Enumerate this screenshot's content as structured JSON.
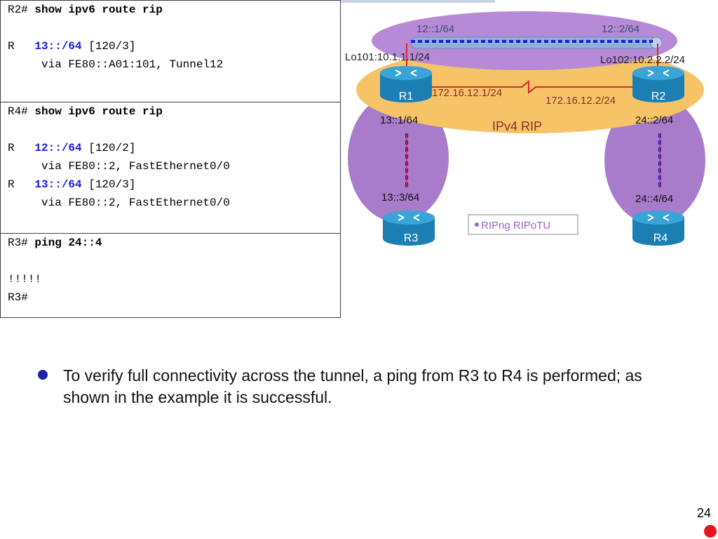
{
  "boxes": [
    {
      "lines": [
        {
          "prompt": "R2# ",
          "cmd": "show ipv6 route rip"
        },
        {
          "blank": true
        },
        {
          "code": "R   ",
          "prefix": "13::/64",
          "metric": " [120/3]"
        },
        {
          "text": "     via FE80::A01:101, Tunnel12"
        }
      ]
    },
    {
      "lines": [
        {
          "prompt": "R4# ",
          "cmd": "show ipv6 route rip"
        },
        {
          "blank": true
        },
        {
          "code": "R   ",
          "prefix": "12::/64",
          "metric": " [120/2]"
        },
        {
          "text": "     via FE80::2, FastEthernet0/0"
        },
        {
          "code": "R   ",
          "prefix": "13::/64",
          "metric": " [120/3]"
        },
        {
          "text": "     via FE80::2, FastEthernet0/0"
        }
      ]
    },
    {
      "lines": [
        {
          "prompt": "R3# ",
          "cmd": "ping 24::4"
        },
        {
          "blank": true
        },
        {
          "text": "!!!!!"
        },
        {
          "text": "R3#"
        }
      ]
    }
  ],
  "diagram": {
    "tunnel_left": "12::1/64",
    "tunnel_right": "12::2/64",
    "lo_left": "Lo101:10.1.1.1/24",
    "lo_right": "Lo102:10.2.2.2/24",
    "serial_left": "172.16.12.1/24",
    "serial_right": "172.16.12.2/24",
    "cloud_label": "IPv4 RIP",
    "r1": "R1",
    "r2": "R2",
    "r3": "R3",
    "r4": "R4",
    "r1_down": "13::1/64",
    "r3_up": "13::3/64",
    "r2_down": "24::2/64",
    "r4_up": "24::4/64",
    "legend": "RIPng RIPoTU",
    "colors": {
      "purple": "#9c63c2",
      "cloud": "#f7c15a",
      "router": "#1b7fb4",
      "link": "#d52a2a",
      "dots": "#1a1adc"
    }
  },
  "bullet": "To verify full connectivity across the tunnel, a ping from R3 to R4 is performed; as shown in the example it is successful.",
  "page_number": "24"
}
